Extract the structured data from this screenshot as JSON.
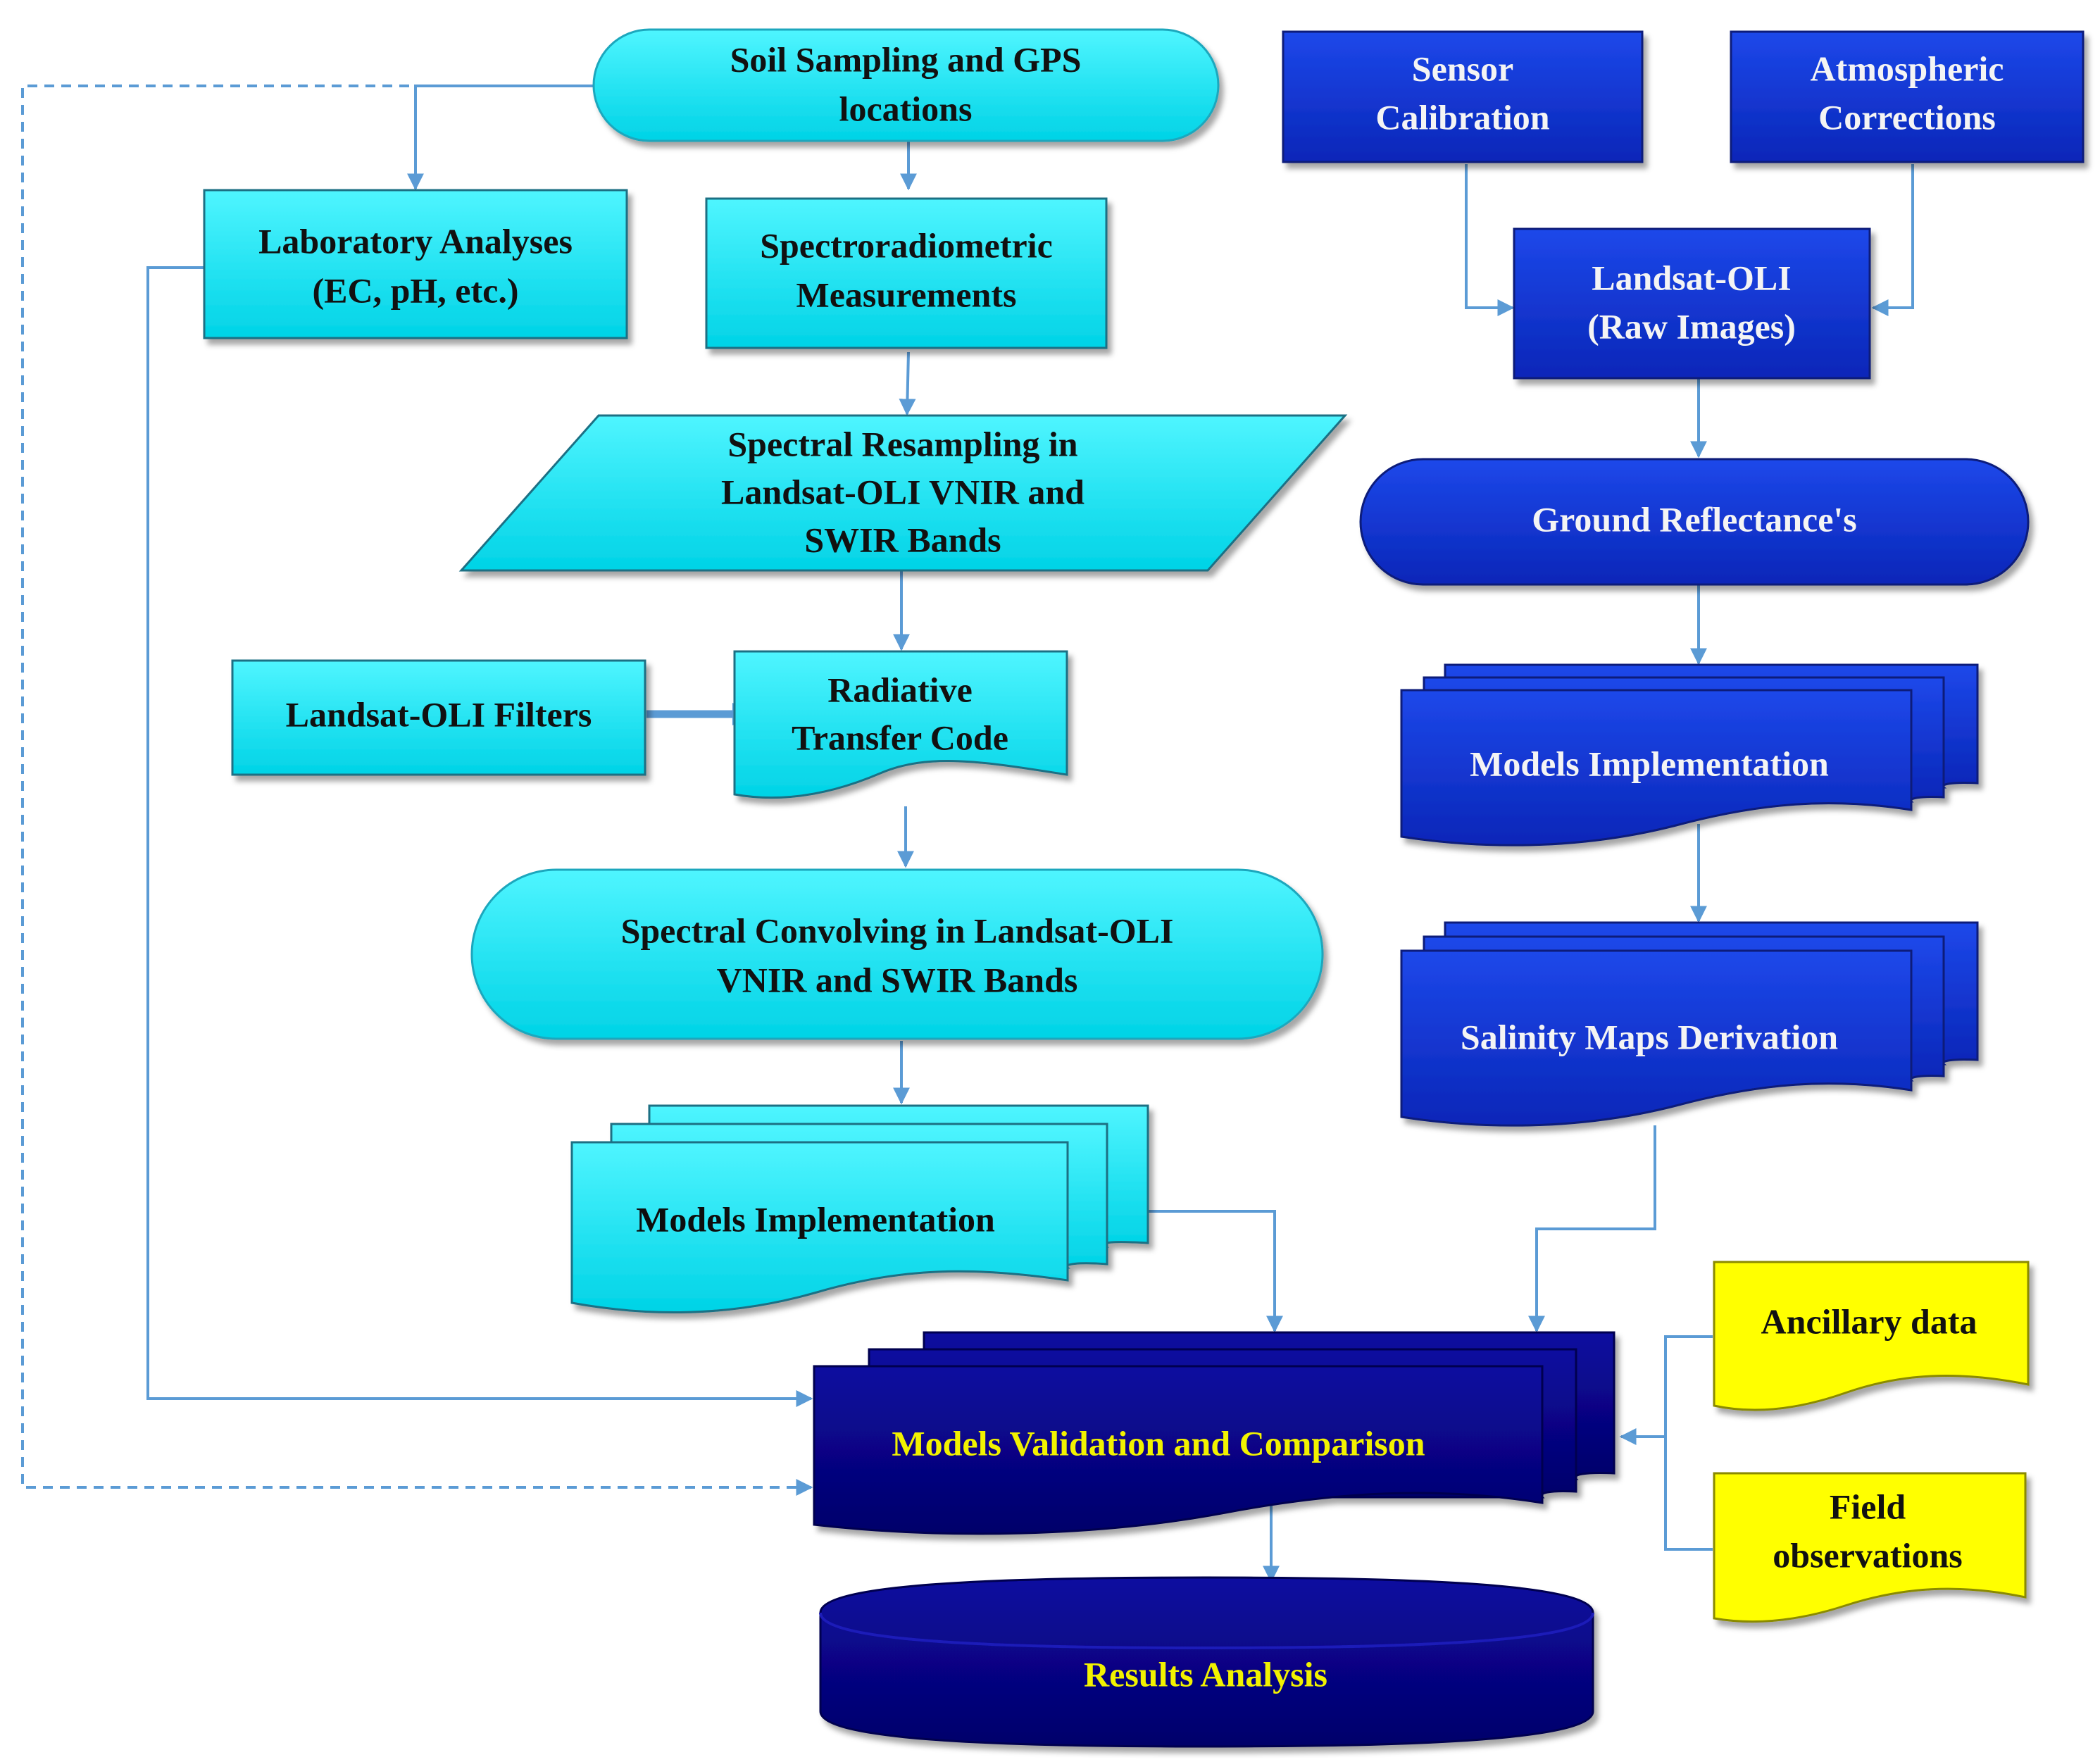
{
  "nodes": {
    "soil_sampling": [
      "Soil Sampling  and GPS",
      "locations"
    ],
    "lab_analyses": [
      "Laboratory  Analyses",
      "(EC, pH, etc.)"
    ],
    "spectroradiometric": [
      "Spectroradiometric",
      "Measurements"
    ],
    "spectral_resampling": [
      "Spectral  Resampling  in",
      "Landsat-OLI  VNIR and",
      "SWIR Bands"
    ],
    "landsat_filters": [
      "Landsat-OLI  Filters"
    ],
    "radiative_transfer": [
      "Radiative",
      "Transfer  Code"
    ],
    "spectral_convolving": [
      "Spectral  Convolving  in  Landsat-OLI",
      "VNIR and  SWIR  Bands"
    ],
    "models_impl_left": [
      "Models Implementation"
    ],
    "sensor_calibration": [
      "Sensor",
      "Calibration"
    ],
    "atmospheric_corrections": [
      "Atmospheric",
      "Corrections"
    ],
    "landsat_raw": [
      "Landsat-OLI",
      "(Raw  Images)"
    ],
    "ground_reflectance": [
      "Ground  Reflectance's"
    ],
    "models_impl_right": [
      "Models Implementation"
    ],
    "salinity_maps": [
      "Salinity  Maps Derivation"
    ],
    "models_validation": [
      "Models Validation  and  Comparison"
    ],
    "ancillary_data": [
      "Ancillary  data"
    ],
    "field_observations": [
      "Field",
      "observations"
    ],
    "results_analysis": [
      "Results Analysis"
    ]
  },
  "colors": {
    "cyan": "#00e5f5",
    "blue": "#0a2fd4",
    "navy": "#05047e",
    "yellow": "#ffff00",
    "connector": "#5b9bd5",
    "text_yellow": "#f2f200"
  }
}
